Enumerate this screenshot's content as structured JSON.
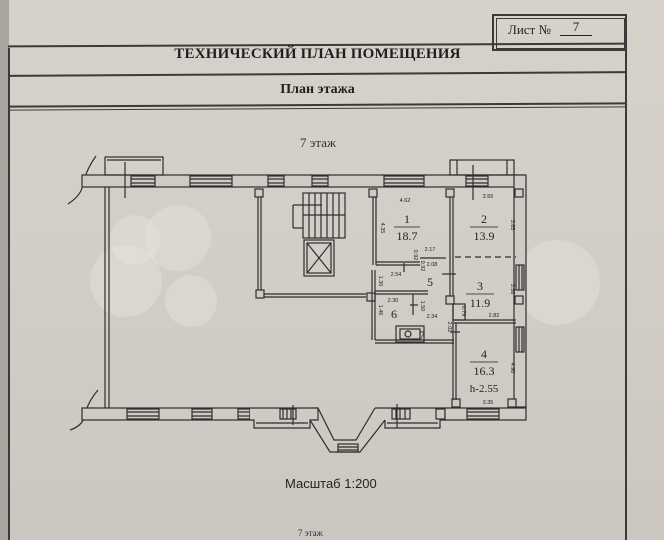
{
  "document": {
    "sheet_label": "Лист №",
    "sheet_number": "7",
    "title": "ТЕХНИЧЕСКИЙ ПЛАН ПОМЕЩЕНИЯ",
    "subtitle": "План этажа",
    "floor_label": "7 этаж",
    "scale_label": "Масштаб 1:200",
    "footer_floor_label": "7 этаж"
  },
  "rooms": [
    {
      "number": "1",
      "area": "18.7"
    },
    {
      "number": "2",
      "area": "13.9"
    },
    {
      "number": "3",
      "area": "11.9"
    },
    {
      "number": "4",
      "area": "16.3",
      "height": "h-2.55"
    },
    {
      "number": "5",
      "area": ""
    },
    {
      "number": "6",
      "area": ""
    },
    {
      "number": "7",
      "area": ""
    }
  ],
  "dimensions": {
    "room1_width": "4.62",
    "room1_depth": "4.35",
    "room2_width": "3.55",
    "room2_depth": "3.85",
    "corridor_a": "2.17",
    "corridor_b": "2.08",
    "corridor_c": "0.92",
    "corridor_d": "0.92",
    "room5_width": "2.54",
    "room5_side": "1.30",
    "room5_lower": "2.34",
    "room6_width": "2.30",
    "room6_depth": "1.46",
    "room6_side": "1.50",
    "room3_depth": "3.58",
    "room3_width": "2.82",
    "room3_niche": "0.79",
    "room4_gap": "2.02",
    "room4_depth": "4.90",
    "room4_width": "3.35"
  }
}
